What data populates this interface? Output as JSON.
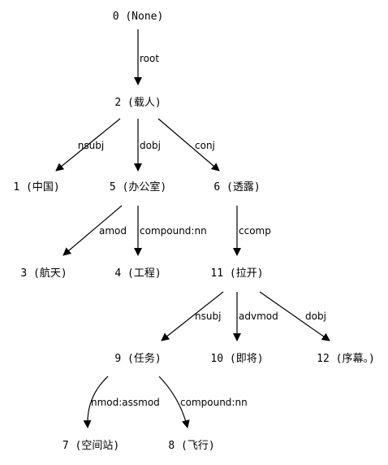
{
  "graph": {
    "nodes": [
      {
        "id": "n0",
        "label": "0 (None)"
      },
      {
        "id": "n2",
        "label": "2 (载人)"
      },
      {
        "id": "n1",
        "label": "1 (中国)"
      },
      {
        "id": "n5",
        "label": "5 (办公室)"
      },
      {
        "id": "n6",
        "label": "6 (透露)"
      },
      {
        "id": "n3",
        "label": "3 (航天)"
      },
      {
        "id": "n4",
        "label": "4 (工程)"
      },
      {
        "id": "n11",
        "label": "11 (拉开)"
      },
      {
        "id": "n9",
        "label": "9 (任务)"
      },
      {
        "id": "n10",
        "label": "10 (即将)"
      },
      {
        "id": "n12",
        "label": "12 (序幕。)"
      },
      {
        "id": "n7",
        "label": "7 (空间站)"
      },
      {
        "id": "n8",
        "label": "8 (飞行)"
      }
    ],
    "edges": [
      {
        "from": "n0",
        "to": "n2",
        "label": "root"
      },
      {
        "from": "n2",
        "to": "n1",
        "label": "nsubj"
      },
      {
        "from": "n2",
        "to": "n5",
        "label": "dobj"
      },
      {
        "from": "n2",
        "to": "n6",
        "label": "conj"
      },
      {
        "from": "n5",
        "to": "n3",
        "label": "amod"
      },
      {
        "from": "n5",
        "to": "n4",
        "label": "compound:nn"
      },
      {
        "from": "n6",
        "to": "n11",
        "label": "ccomp"
      },
      {
        "from": "n11",
        "to": "n9",
        "label": "nsubj"
      },
      {
        "from": "n11",
        "to": "n10",
        "label": "advmod"
      },
      {
        "from": "n11",
        "to": "n12",
        "label": "dobj"
      },
      {
        "from": "n9",
        "to": "n7",
        "label": "nmod:assmod"
      },
      {
        "from": "n9",
        "to": "n8",
        "label": "compound:nn"
      }
    ]
  }
}
